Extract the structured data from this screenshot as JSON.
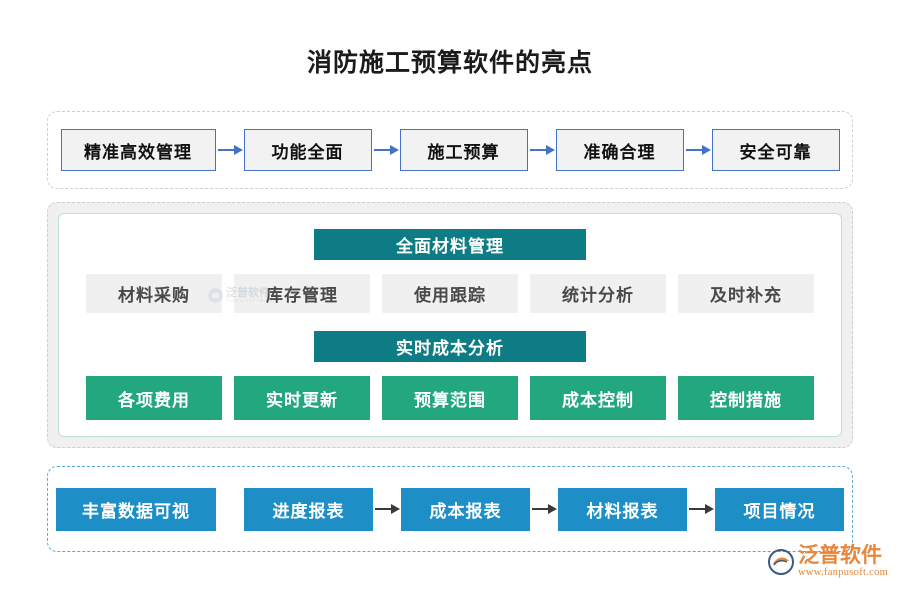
{
  "page": {
    "title": "消防施工预算软件的亮点",
    "colors": {
      "title_text": "#1b1b1b",
      "row1_border": "#4472c4",
      "row1_fill": "#f2f2f2",
      "teal_bar": "#0e7c84",
      "gray_chip": "#f0f0f0",
      "gray_chip_text": "#494949",
      "green_chip": "#23a77e",
      "blue_box": "#1e8fc6",
      "bottom_dash_border": "#5aa9d6",
      "top_dash_border": "#cfcfcf",
      "mid_card_fill": "#f0f0f0",
      "mid_inner_border": "#bfe0da",
      "logo_orange": "#e8863c"
    }
  },
  "section_top": {
    "items": [
      {
        "label": "精准高效管理",
        "width": "wide"
      },
      {
        "label": "功能全面",
        "width": "norm"
      },
      {
        "label": "施工预算",
        "width": "norm"
      },
      {
        "label": "准确合理",
        "width": "norm"
      },
      {
        "label": "安全可靠",
        "width": "norm"
      }
    ]
  },
  "section_middle": {
    "group_one": {
      "heading": "全面材料管理",
      "chips": [
        "材料采购",
        "库存管理",
        "使用跟踪",
        "统计分析",
        "及时补充"
      ]
    },
    "group_two": {
      "heading": "实时成本分析",
      "chips": [
        "各项费用",
        "实时更新",
        "预算范围",
        "成本控制",
        "控制措施"
      ]
    }
  },
  "section_bottom": {
    "items": [
      {
        "label": "丰富数据可视",
        "width": "wide"
      },
      {
        "label": "进度报表",
        "width": "norm"
      },
      {
        "label": "成本报表",
        "width": "norm"
      },
      {
        "label": "材料报表",
        "width": "norm"
      },
      {
        "label": "项目情况",
        "width": "norm"
      }
    ]
  },
  "watermark": {
    "cn": "泛普软件",
    "en": "FANPU SOFTWARE"
  },
  "logo": {
    "name": "泛普软件",
    "url": "www.fanpusoft.com"
  }
}
